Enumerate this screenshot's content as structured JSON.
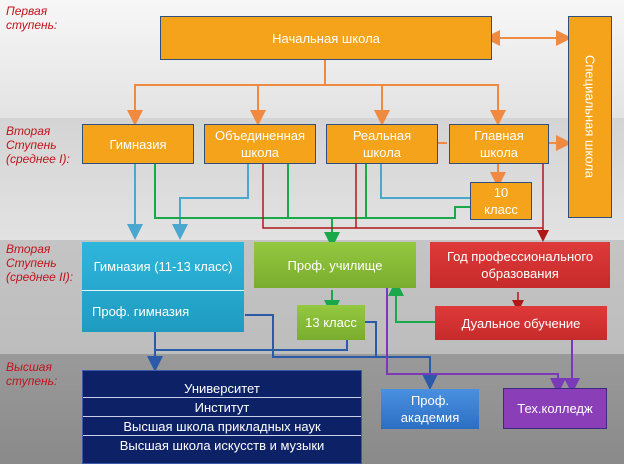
{
  "levels": {
    "first": [
      "Первая",
      "ступень:"
    ],
    "second1": [
      "Вторая",
      "Ступень",
      "(среднее I):"
    ],
    "second2": [
      "Вторая",
      "Ступень",
      "(среднее II):"
    ],
    "higher": [
      "Высшая",
      "ступень:"
    ]
  },
  "nodes": {
    "primary": "Начальная школа",
    "special": "Специальная школа",
    "gymnasium": "Гимназия",
    "combined": [
      "Объединенная",
      "школа"
    ],
    "real": [
      "Реальная",
      "школа"
    ],
    "main": [
      "Главная",
      "школа"
    ],
    "grade10": [
      "10",
      "класс"
    ],
    "gym_upper": "Гимназия (11-13 класс)",
    "prof_gym": "Проф. гимназия",
    "vocational": "Проф. училище",
    "prof_year": [
      "Год профессионального",
      "образования"
    ],
    "grade13": "13 класс",
    "dual": "Дуальное обучение",
    "higher_list": [
      "Университет",
      "Институт",
      "Высшая школа прикладных наук",
      "Высшая школа искусств и музыки"
    ],
    "prof_academy": [
      "Проф.",
      "академия"
    ],
    "tech_college": "Тех.колледж"
  },
  "colors": {
    "orange": "#f5a31a",
    "cyan": "#2fb6dc",
    "green": "#8cc43a",
    "red": "#d43030",
    "navy": "#0d2167",
    "blue": "#3a80d4",
    "purple": "#8a3fb8",
    "level_text": "#c0141c"
  }
}
